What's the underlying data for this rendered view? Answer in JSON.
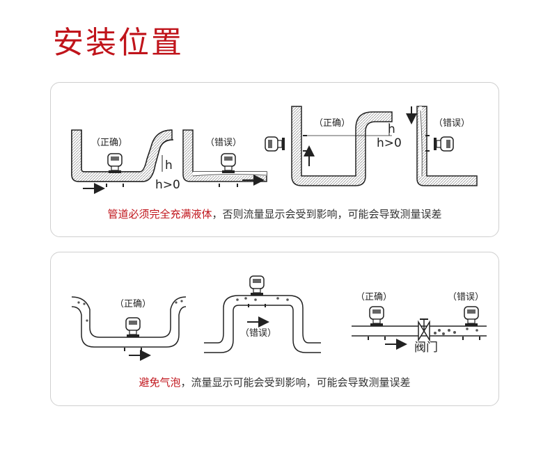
{
  "page_title": "安装位置",
  "panel1": {
    "labels": {
      "d1": "（正确）",
      "d2": "（错误）",
      "d3": "（正确）",
      "d4": "（错误）",
      "h1": "h",
      "hgt1": "h>0",
      "h3": "h",
      "hgt3": "h>0"
    },
    "caption_highlight": "管道必须完全充满液体",
    "caption_rest": "，否则流量显示会受到影响，可能会导致测量误差"
  },
  "panel2": {
    "labels": {
      "d1": "（正确）",
      "d2": "（错误）",
      "d3": "（正确）",
      "d4": "（错误）",
      "valve": "阀门"
    },
    "caption_highlight": "避免气泡",
    "caption_rest": "，流量显示可能会受到影响，可能会导致测量误差"
  }
}
